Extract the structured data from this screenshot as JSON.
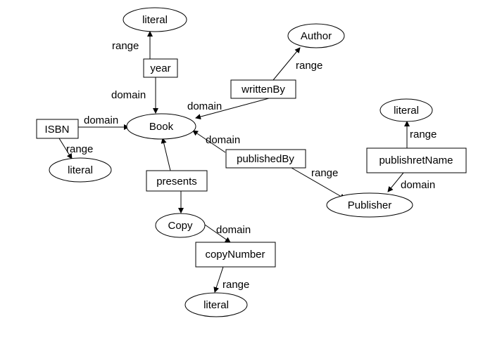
{
  "nodes": {
    "literal_year": "literal",
    "author": "Author",
    "year": "year",
    "written_by": "writtenBy",
    "book": "Book",
    "isbn": "ISBN",
    "literal_isbn": "literal",
    "literal_publisher": "literal",
    "publisher_name": "publishretName",
    "published_by": "publishedBy",
    "presents": "presents",
    "publisher": "Publisher",
    "copy": "Copy",
    "copy_number": "copyNumber",
    "literal_copy": "literal"
  },
  "edges": {
    "year_range": "range",
    "year_domain": "domain",
    "written_by_range": "range",
    "written_by_domain": "domain",
    "isbn_domain": "domain",
    "isbn_range": "range",
    "published_by_domain": "domain",
    "published_by_range": "range",
    "publisher_name_range": "range",
    "publisher_name_domain": "domain",
    "copy_number_domain": "domain",
    "copy_number_range": "range"
  }
}
